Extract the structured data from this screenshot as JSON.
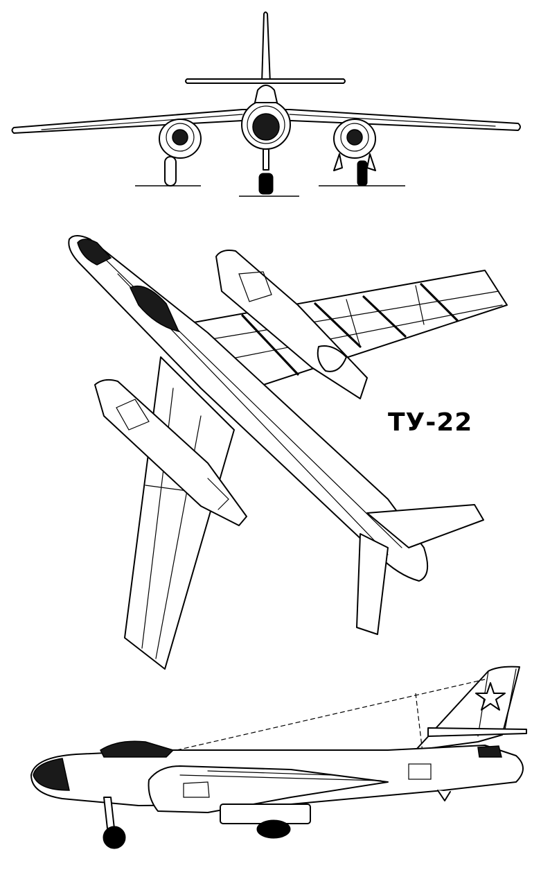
{
  "aircraft_designation": "ТУ-22",
  "views": [
    "front-view",
    "plan-view",
    "side-view"
  ],
  "colors": {
    "line": "#000000",
    "background": "#ffffff"
  },
  "insignia": "red-star-icon"
}
